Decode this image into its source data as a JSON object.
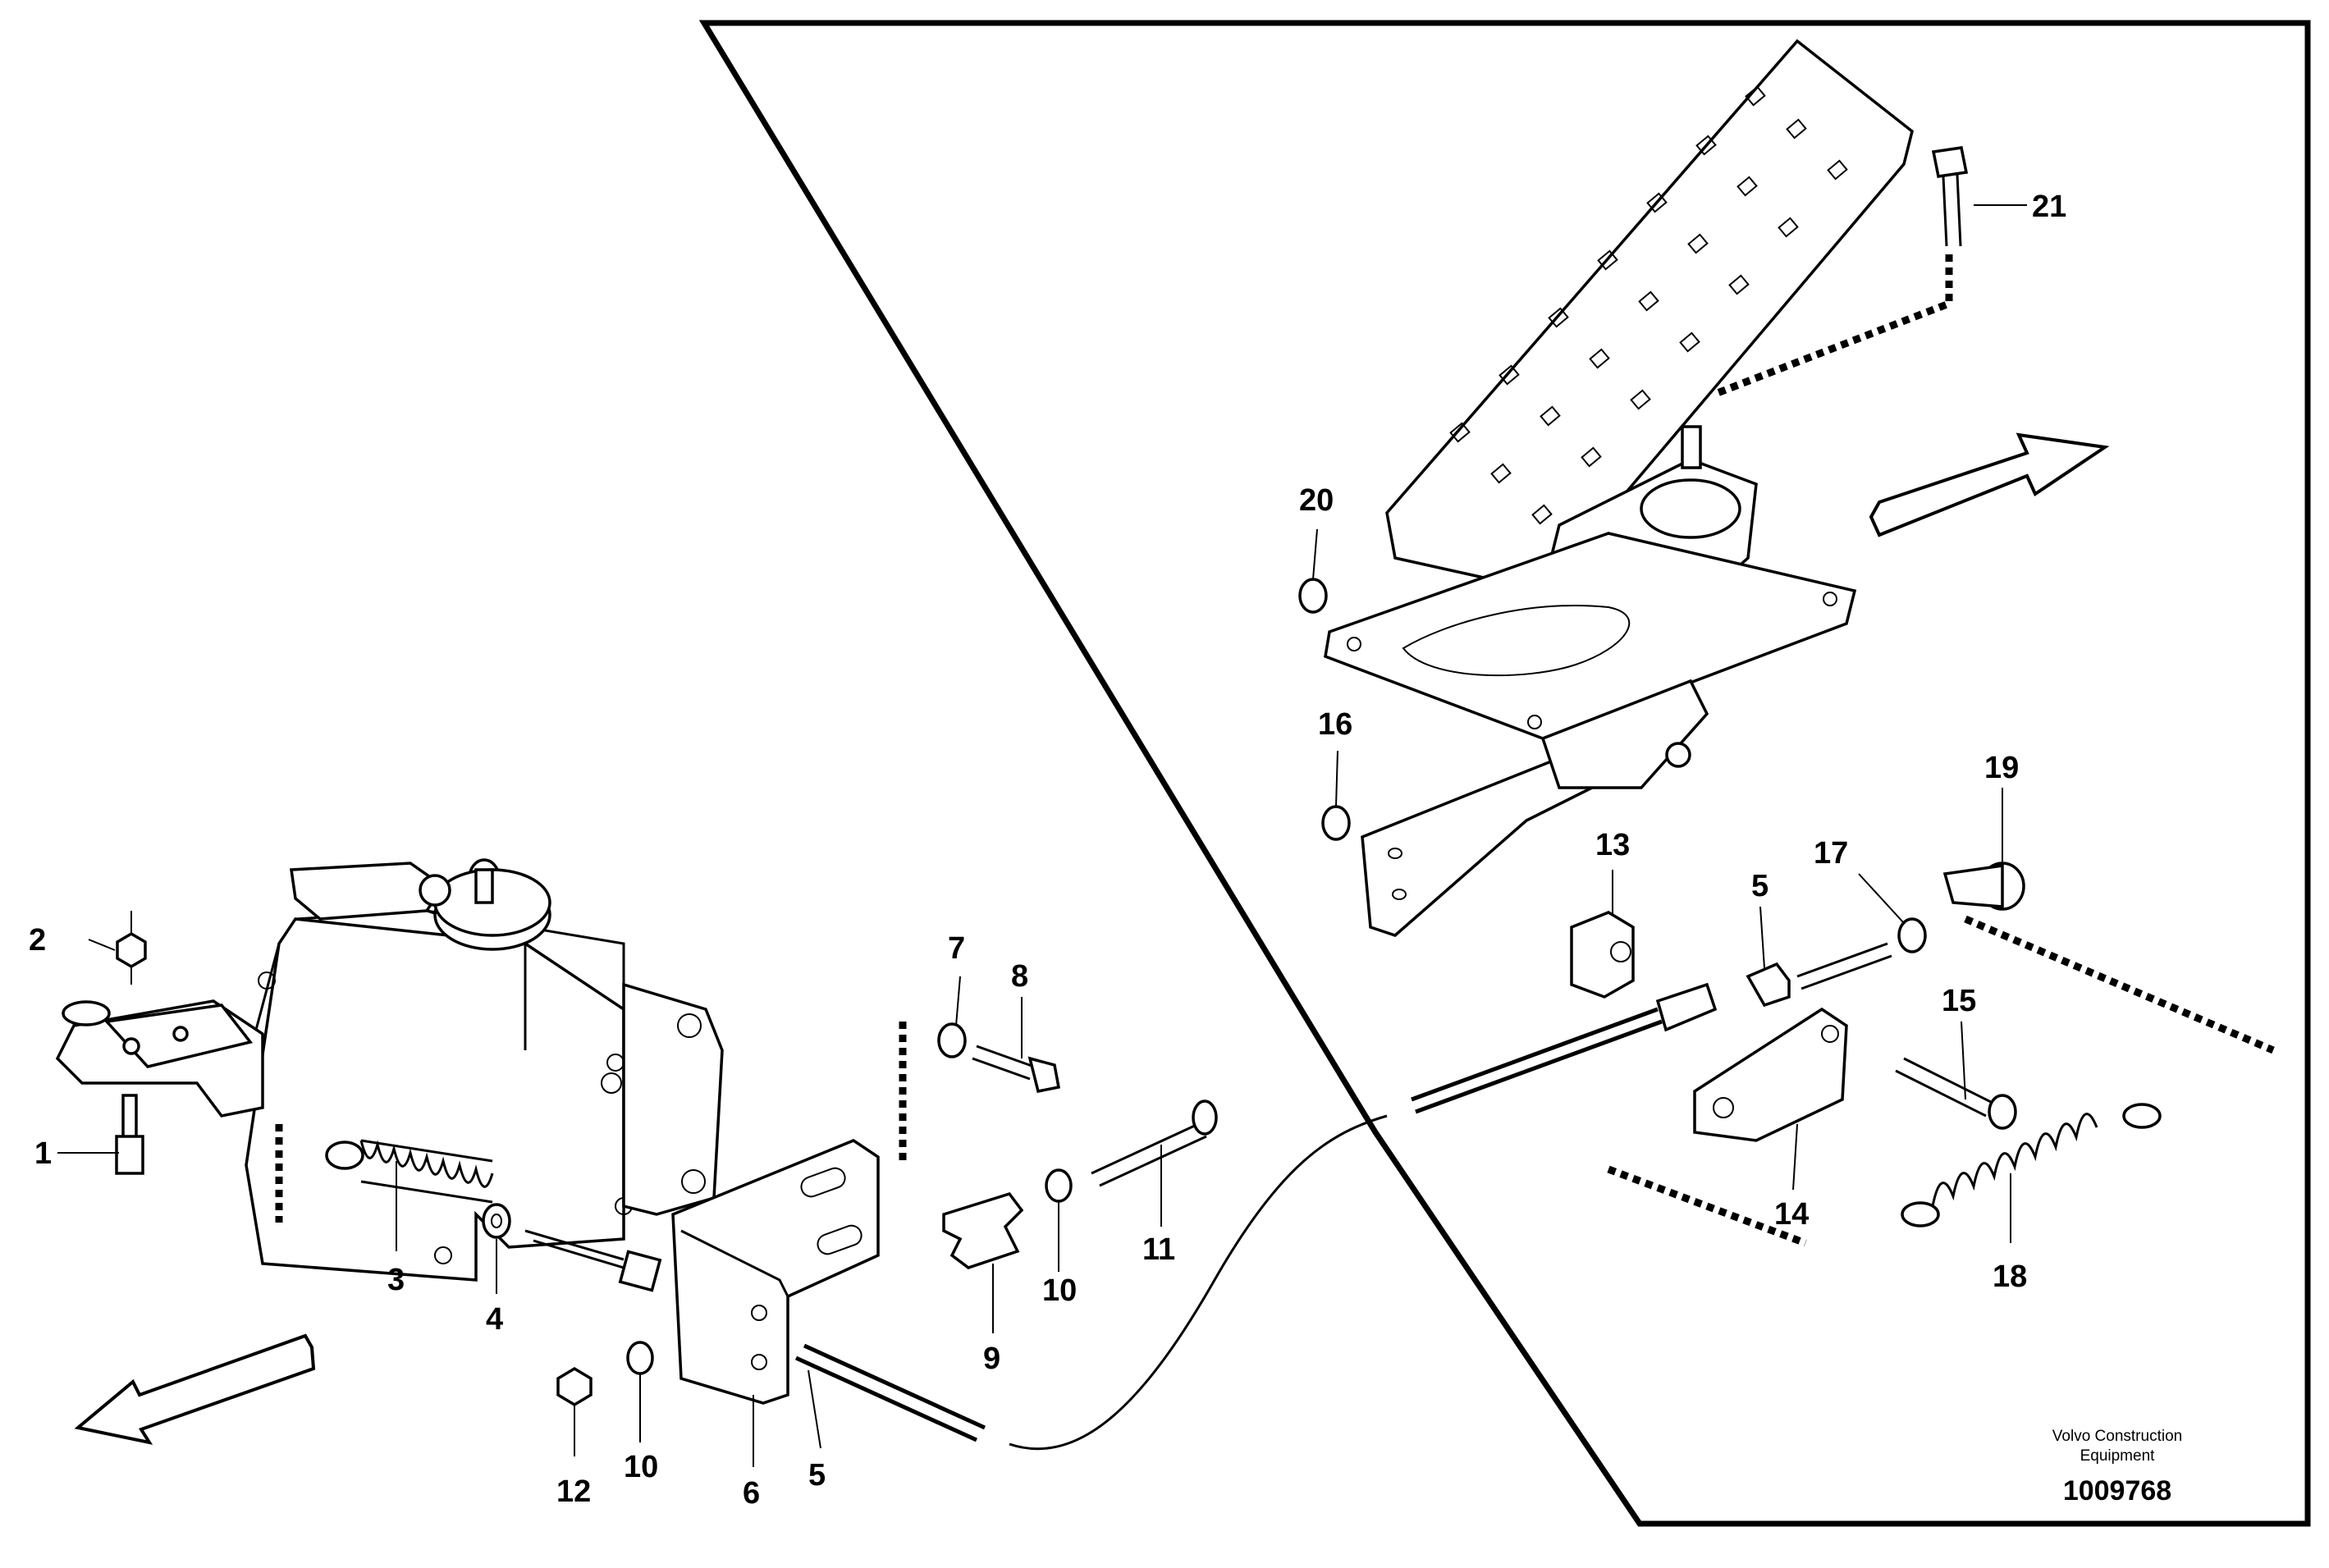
{
  "callouts": [
    "1",
    "2",
    "3",
    "4",
    "5",
    "6",
    "7",
    "8",
    "9",
    "10",
    "10",
    "11",
    "12",
    "13",
    "5",
    "14",
    "15",
    "16",
    "17",
    "18",
    "19",
    "20",
    "21"
  ],
  "caption": {
    "line1": "Volvo Construction",
    "line2": "Equipment",
    "number": "1009768"
  }
}
